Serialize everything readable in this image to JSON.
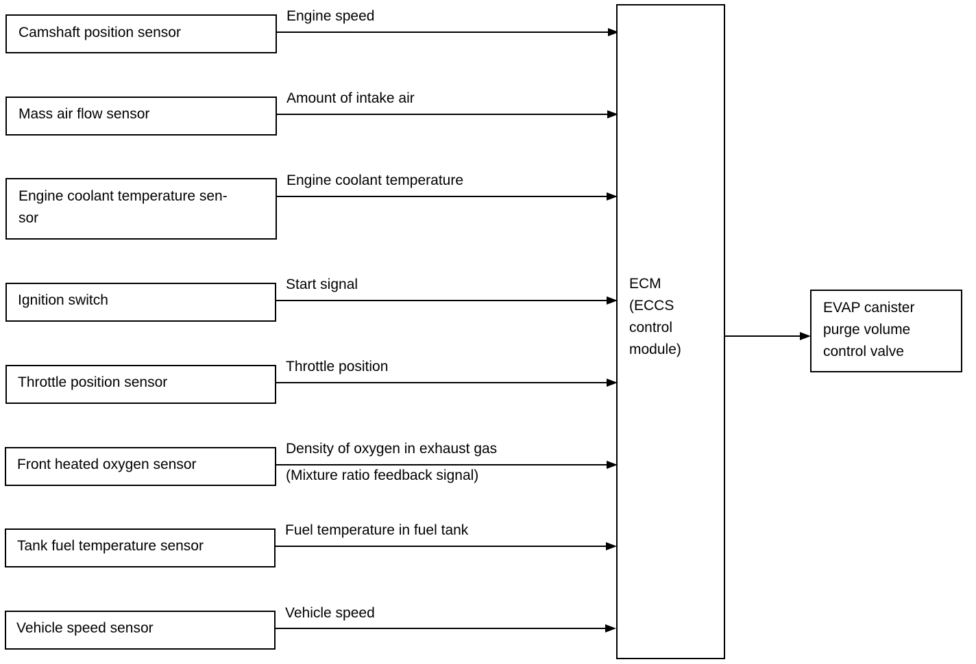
{
  "inputs": [
    {
      "sensor": [
        "Camshaft position sensor"
      ],
      "signal": [
        "Engine speed"
      ]
    },
    {
      "sensor": [
        "Mass air flow sensor"
      ],
      "signal": [
        "Amount of intake air"
      ]
    },
    {
      "sensor": [
        "Engine coolant temperature sen-",
        "sor"
      ],
      "signal": [
        "Engine coolant temperature"
      ]
    },
    {
      "sensor": [
        "Ignition switch"
      ],
      "signal": [
        "Start signal"
      ]
    },
    {
      "sensor": [
        "Throttle position sensor"
      ],
      "signal": [
        "Throttle position"
      ]
    },
    {
      "sensor": [
        "Front heated oxygen sensor"
      ],
      "signal": [
        "Density of oxygen in exhaust gas",
        "(Mixture ratio feedback signal)"
      ]
    },
    {
      "sensor": [
        "Tank fuel temperature sensor"
      ],
      "signal": [
        "Fuel temperature in fuel tank"
      ]
    },
    {
      "sensor": [
        "Vehicle speed sensor"
      ],
      "signal": [
        "Vehicle speed"
      ]
    }
  ],
  "ecm": {
    "label": [
      "ECM",
      "(ECCS",
      "control",
      "module)"
    ]
  },
  "output": {
    "label": [
      "EVAP canister",
      "purge volume",
      "control valve"
    ]
  }
}
